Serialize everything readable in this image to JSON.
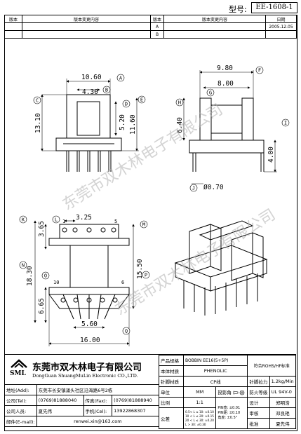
{
  "header": {
    "model_label": "型号:",
    "model_value": "EE-1608-1"
  },
  "revision_table": {
    "col_headers": [
      "版本",
      "版本变更内容",
      "版本",
      "版本变更内容",
      "日期"
    ],
    "rows": [
      [
        "",
        "",
        "A",
        "",
        "2005.12.05"
      ],
      [
        "",
        "",
        "B",
        "",
        ""
      ]
    ]
  },
  "dimensions": {
    "front": [
      "10.60",
      "4.30",
      "13.10",
      "5.20",
      "11.60"
    ],
    "front_circles": [
      "A",
      "B",
      "C",
      "D",
      "E"
    ],
    "side": [
      "9.80",
      "8.00",
      "6.40",
      "4.00",
      "Ø0.70"
    ],
    "side_circles": [
      "F",
      "G",
      "H",
      "I",
      "J"
    ],
    "bottom": [
      "3.25",
      "3.65",
      "18.30",
      "6.65",
      "15.50",
      "5.60",
      "16.00"
    ],
    "bottom_circles": [
      "K",
      "L",
      "M",
      "N",
      "O",
      "P",
      "Q"
    ],
    "pin_numbers": [
      "1",
      "5",
      "10",
      "6"
    ]
  },
  "watermark": "东莞市双木林电子有限公司",
  "company": {
    "logo": "SML",
    "name_cn": "东莞市双木林电子有限公司",
    "name_en": "DongGuan ShuangMuLin Electronic CO.,LTD."
  },
  "info": {
    "address_label": "地址(Add):",
    "address": "东莞市长安镇涌头社区沿海路6号2栋",
    "tel_label": "公司(Tel):",
    "tel": "(0769)81888040",
    "fax_label": "传真(Fax):",
    "fax": "(0769)81888940",
    "contact_label": "公司人员:",
    "contact": "夏先伟",
    "cell_label": "手机(Cel):",
    "cell": "13922868307",
    "email_label": "邮件(E-mail):",
    "email": "renwei.xin@163.com"
  },
  "spec": {
    "name_label": "产品规格",
    "name": "BOBBIN EE16(5+5P)",
    "rohs": "符合ROHS/HF标准",
    "material_label": "本体材质",
    "material": "PHENOLIC",
    "pin_material_label": "针脚材质",
    "pin_material": "CP线",
    "pin_force_label": "针脚拉力",
    "pin_force": "1.2kg/Min",
    "unit_label": "单位",
    "unit": "MM",
    "projection_label": "投影角",
    "flame_label": "防火等级",
    "flame": "UL 94V-0",
    "scale_label": "比例",
    "scale": "1:1",
    "tol": [
      "0.5< L ≤ 10: ±0.10",
      "10 < L ≤ 20: ±0.15",
      "20 < L ≤ 30: ±0.20",
      "L > 30: ±0.30"
    ],
    "tol_label": "公差",
    "pin_tol": [
      "PIN宽: ±0.01",
      "PIN距: ±0.10",
      "角度: ±0.5°"
    ],
    "draw_label": "设计",
    "draw": "郑明浩",
    "check_label": "审核",
    "check": "邓良艳",
    "approve_label": "批准",
    "approve": "夏先伟"
  }
}
